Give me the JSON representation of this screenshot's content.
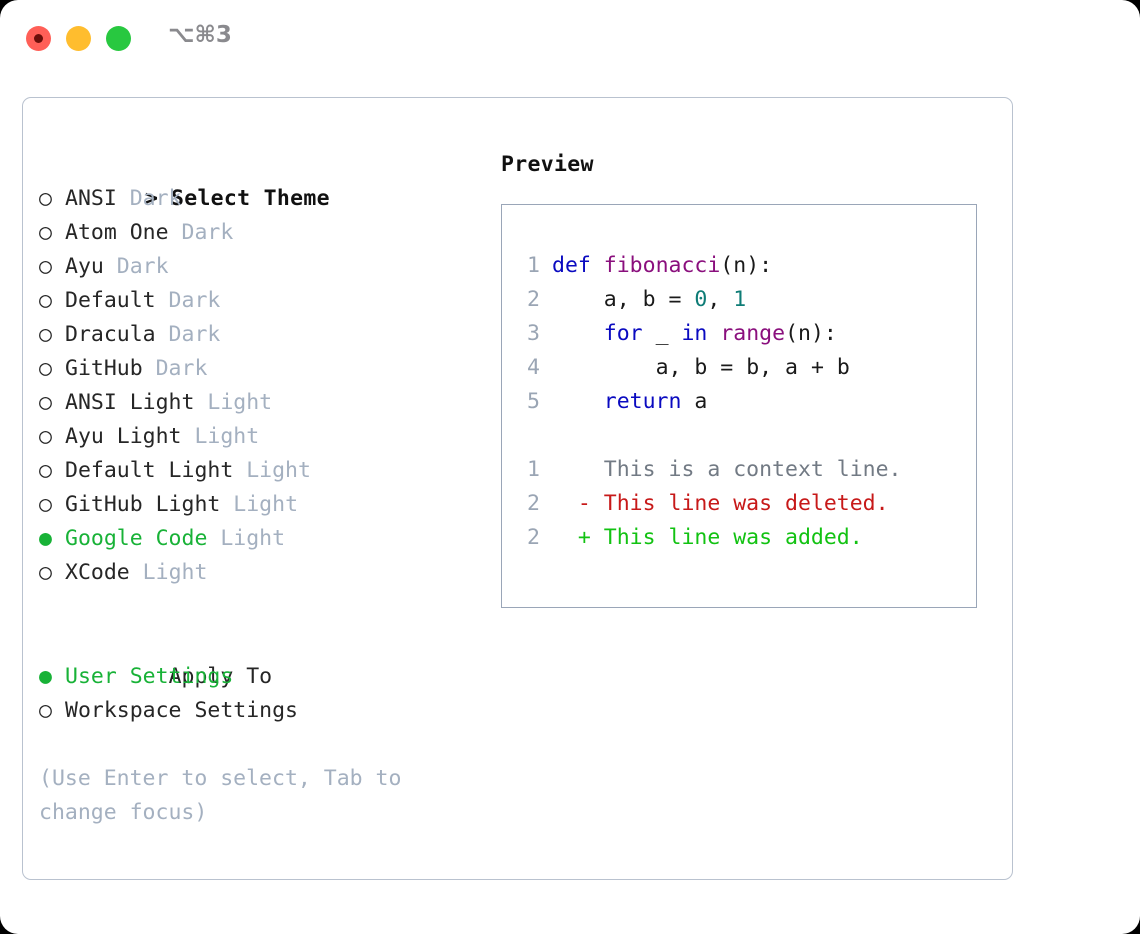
{
  "titlebar": {
    "shortcut": "⌥⌘3",
    "buttons": [
      {
        "name": "close",
        "color": "#ff5f57"
      },
      {
        "name": "minimize",
        "color": "#ffbd2e"
      },
      {
        "name": "maximize",
        "color": "#28c840"
      }
    ]
  },
  "theme_picker": {
    "header": {
      "marker": ">",
      "label": "Select Theme"
    },
    "items": [
      {
        "marker": "○",
        "label": "ANSI",
        "tag": "Dark",
        "selected": false
      },
      {
        "marker": "○",
        "label": "Atom One",
        "tag": "Dark",
        "selected": false
      },
      {
        "marker": "○",
        "label": "Ayu",
        "tag": "Dark",
        "selected": false
      },
      {
        "marker": "○",
        "label": "Default",
        "tag": "Dark",
        "selected": false
      },
      {
        "marker": "○",
        "label": "Dracula",
        "tag": "Dark",
        "selected": false
      },
      {
        "marker": "○",
        "label": "GitHub",
        "tag": "Dark",
        "selected": false
      },
      {
        "marker": "○",
        "label": "ANSI Light",
        "tag": "Light",
        "selected": false
      },
      {
        "marker": "○",
        "label": "Ayu Light",
        "tag": "Light",
        "selected": false
      },
      {
        "marker": "○",
        "label": "Default Light",
        "tag": "Light",
        "selected": false
      },
      {
        "marker": "○",
        "label": "GitHub Light",
        "tag": "Light",
        "selected": false
      },
      {
        "marker": "●",
        "label": "Google Code",
        "tag": "Light",
        "selected": true
      },
      {
        "marker": "○",
        "label": "XCode",
        "tag": "Light",
        "selected": false
      }
    ]
  },
  "apply_to": {
    "header": {
      "marker": " ",
      "label": "Apply To"
    },
    "items": [
      {
        "marker": "●",
        "label": "User Settings",
        "selected": true
      },
      {
        "marker": "○",
        "label": "Workspace Settings",
        "selected": false
      }
    ]
  },
  "hint": "(Use Enter to select, Tab to\nchange focus)",
  "preview": {
    "title": "Preview",
    "code_lines": [
      {
        "num": "1",
        "text": "def fibonacci(n):"
      },
      {
        "num": "2",
        "text": "    a, b = 0, 1"
      },
      {
        "num": "3",
        "text": "    for _ in range(n):"
      },
      {
        "num": "4",
        "text": "        a, b = b, a + b"
      },
      {
        "num": "5",
        "text": "    return a"
      }
    ],
    "diff_lines": [
      {
        "num": "1",
        "sign": " ",
        "text": "This is a context line.",
        "kind": "context"
      },
      {
        "num": "2",
        "sign": "-",
        "text": "This line was deleted.",
        "kind": "deleted"
      },
      {
        "num": "2",
        "sign": "+",
        "text": "This line was added.",
        "kind": "added"
      }
    ]
  },
  "colors": {
    "accent_green": "#18b237",
    "muted": "#a4b0c0",
    "border": "#b9c2cf",
    "keyword": "#0a0ac0",
    "function": "#8a0f7d",
    "number": "#0e7c76",
    "diff_deleted": "#c71919",
    "diff_added": "#12c212",
    "line_number": "#9aa5b4"
  }
}
